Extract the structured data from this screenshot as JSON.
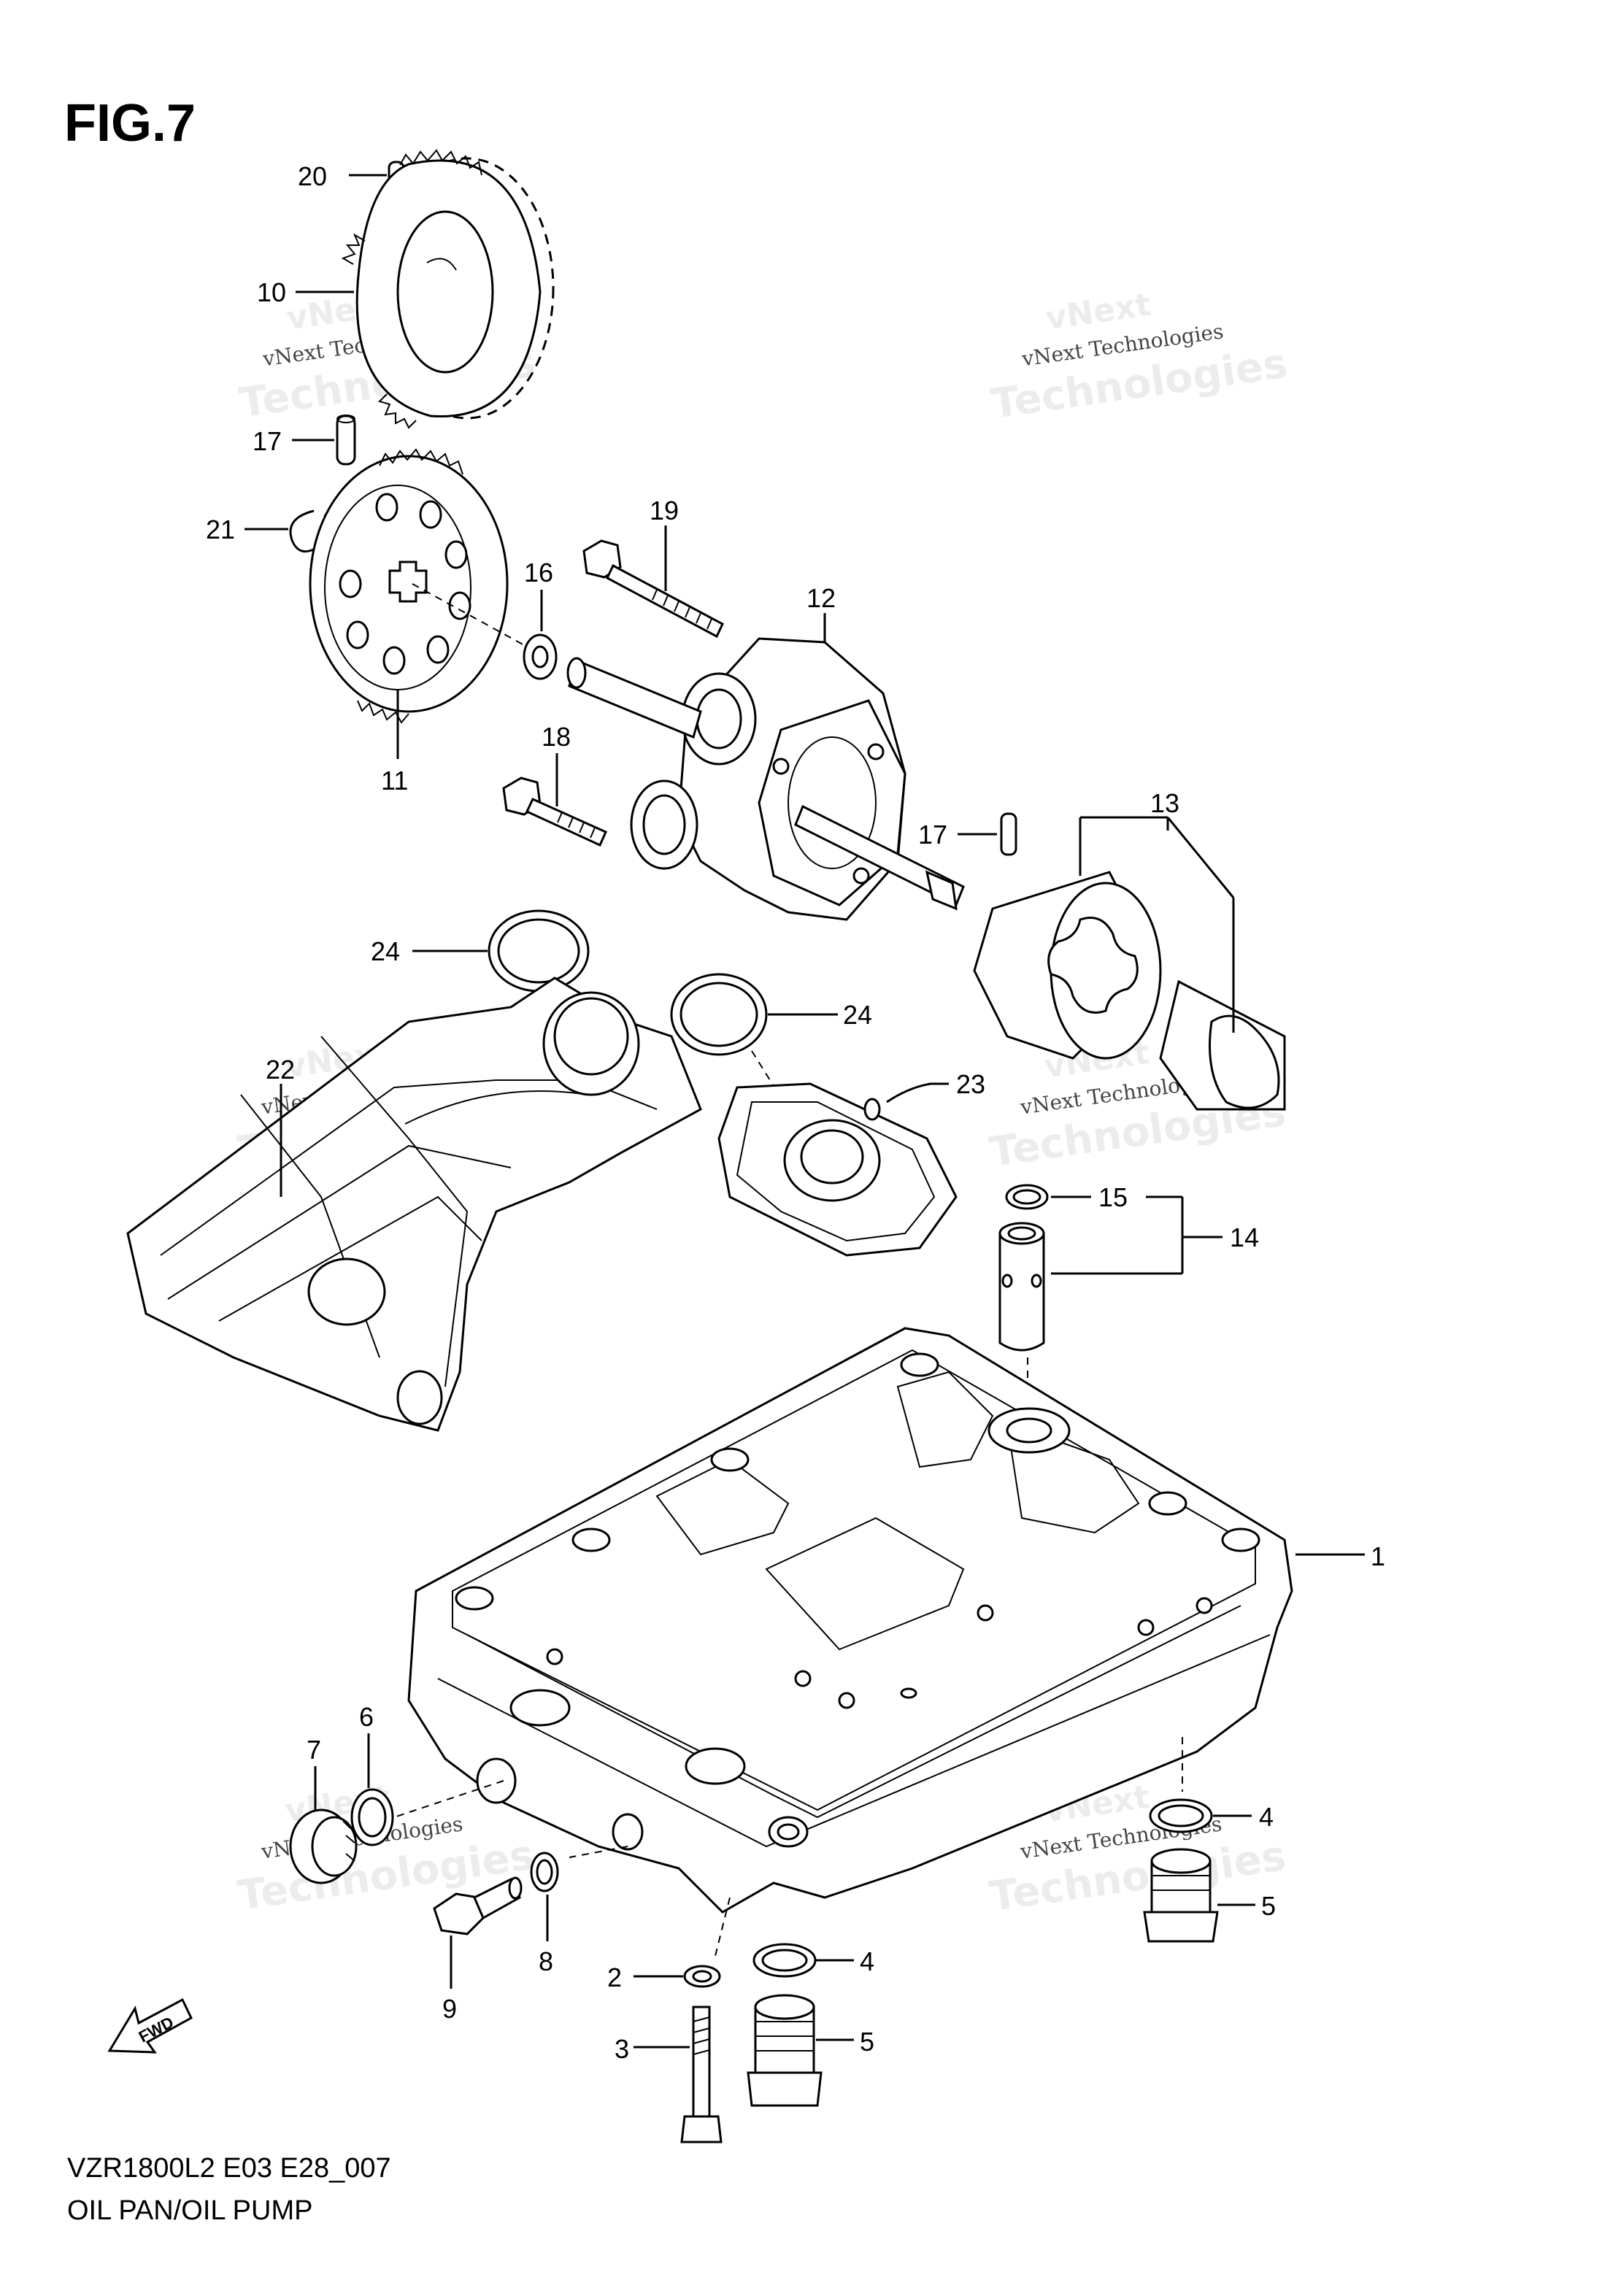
{
  "figure": {
    "title": "FIG.7",
    "model_code": "VZR1800L2 E03 E28_007",
    "caption": "OIL PAN/OIL PUMP",
    "fwd_label": "FWD"
  },
  "watermark": {
    "line1": "vNext",
    "line2": "vNext Technologies",
    "line3": "Technologies"
  },
  "callouts": [
    {
      "id": "c1",
      "label": "1"
    },
    {
      "id": "c2",
      "label": "2"
    },
    {
      "id": "c3",
      "label": "3"
    },
    {
      "id": "c4a",
      "label": "4"
    },
    {
      "id": "c4b",
      "label": "4"
    },
    {
      "id": "c5a",
      "label": "5"
    },
    {
      "id": "c5b",
      "label": "5"
    },
    {
      "id": "c6",
      "label": "6"
    },
    {
      "id": "c7",
      "label": "7"
    },
    {
      "id": "c8",
      "label": "8"
    },
    {
      "id": "c9",
      "label": "9"
    },
    {
      "id": "c10",
      "label": "10"
    },
    {
      "id": "c11",
      "label": "11"
    },
    {
      "id": "c12",
      "label": "12"
    },
    {
      "id": "c13",
      "label": "13"
    },
    {
      "id": "c14",
      "label": "14"
    },
    {
      "id": "c15",
      "label": "15"
    },
    {
      "id": "c16",
      "label": "16"
    },
    {
      "id": "c17a",
      "label": "17"
    },
    {
      "id": "c17b",
      "label": "17"
    },
    {
      "id": "c18",
      "label": "18"
    },
    {
      "id": "c19",
      "label": "19"
    },
    {
      "id": "c20",
      "label": "20"
    },
    {
      "id": "c21",
      "label": "21"
    },
    {
      "id": "c22",
      "label": "22"
    },
    {
      "id": "c23",
      "label": "23"
    },
    {
      "id": "c24a",
      "label": "24"
    },
    {
      "id": "c24b",
      "label": "24"
    }
  ]
}
